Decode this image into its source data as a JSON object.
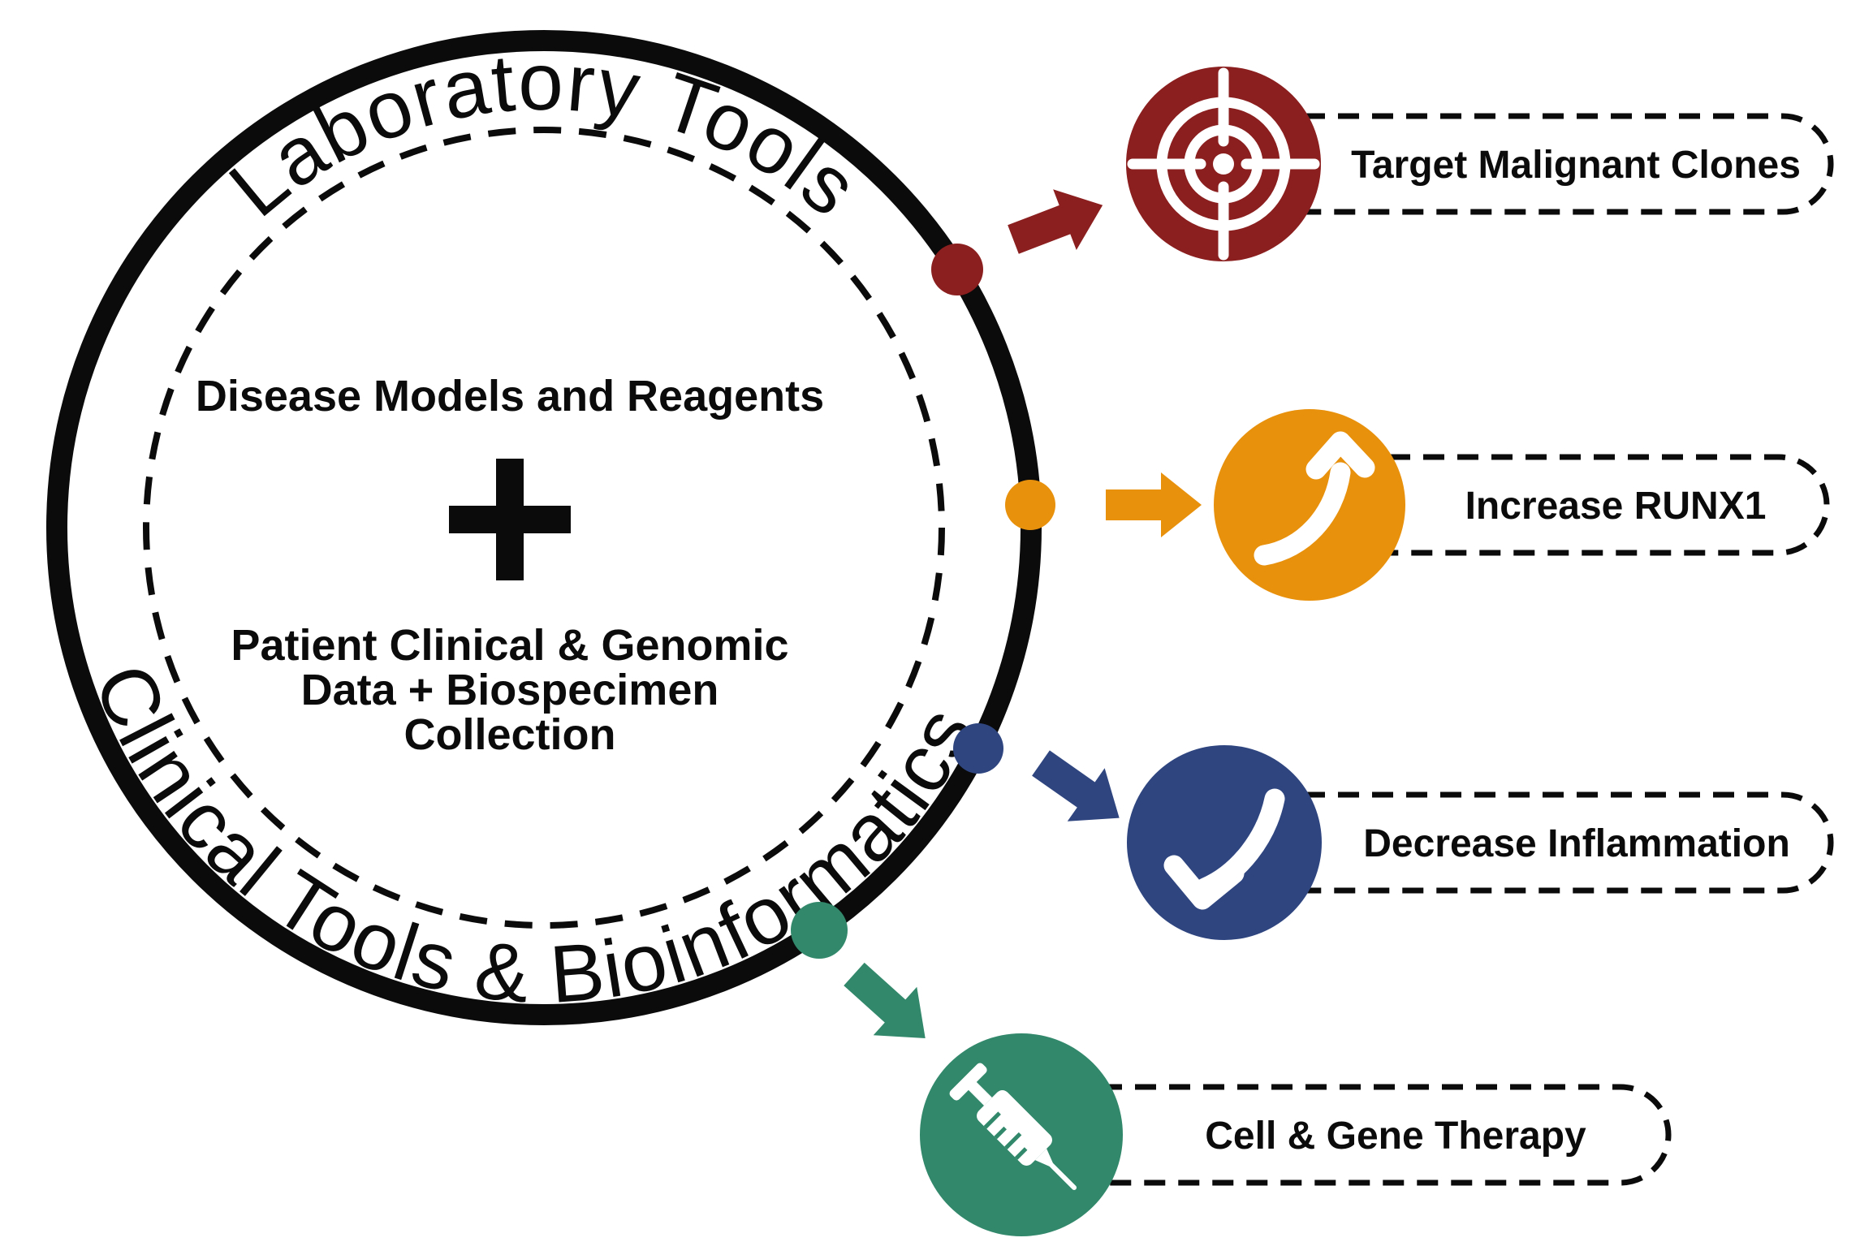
{
  "venn": {
    "top_arc_label": "Laboratory Tools",
    "bottom_arc_label": "Clinical Tools & Bioinformatics",
    "center": {
      "line1": "Disease Models and Reagents",
      "plus": "+",
      "line2a": "Patient Clinical & Genomic",
      "line2b": "Data + Biospecimen",
      "line2c": "Collection"
    },
    "stroke_color": "#0b0b0b"
  },
  "outcomes": [
    {
      "label": "Target Malignant Clones",
      "color": "#8B1E1E",
      "icon": "target-icon"
    },
    {
      "label": "Increase RUNX1",
      "color": "#E8910D",
      "icon": "arrow-up-icon"
    },
    {
      "label": "Decrease Inflammation",
      "color": "#2E4580",
      "icon": "arrow-down-icon"
    },
    {
      "label": "Cell & Gene Therapy",
      "color": "#31886A",
      "icon": "syringe-icon"
    }
  ]
}
